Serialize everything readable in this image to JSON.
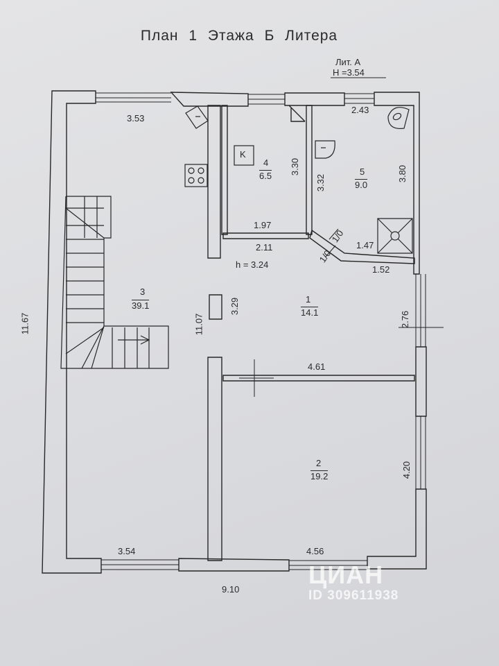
{
  "title": "План  1  Этажа   Б   Литера",
  "lit": {
    "name": "Лит. А",
    "height": "Н =3.54"
  },
  "ceiling": "h = 3.24",
  "rooms": [
    {
      "num": "1",
      "area": "14.1"
    },
    {
      "num": "2",
      "area": "19.2"
    },
    {
      "num": "3",
      "area": "39.1"
    },
    {
      "num": "4",
      "area": "6.5"
    },
    {
      "num": "5",
      "area": "9.0"
    }
  ],
  "dims": {
    "r3_top": "3.53",
    "r3_bottom": "3.54",
    "overall_height": "11.67",
    "wall_left_inner": "11.07",
    "r4_height": "3.30",
    "r4_bottom": "1.97",
    "r5_top": "2.43",
    "r5_left": "3.32",
    "r5_right": "3.80",
    "hall_top": "2.11",
    "diag_a": "1/0",
    "diag_b": "1/0",
    "diag_len": "1.47",
    "hall_right_top": "1.52",
    "hall_left": "3.29",
    "hall_right": "2.76",
    "hall_bottom": "4.61",
    "r2_right": "4.20",
    "r2_bottom": "4.56",
    "overall_width": "9.10"
  },
  "symbols": {
    "kitchen_letter": "K"
  },
  "watermark": {
    "brand": "ЦИАН",
    "id": "ID 309611938"
  }
}
